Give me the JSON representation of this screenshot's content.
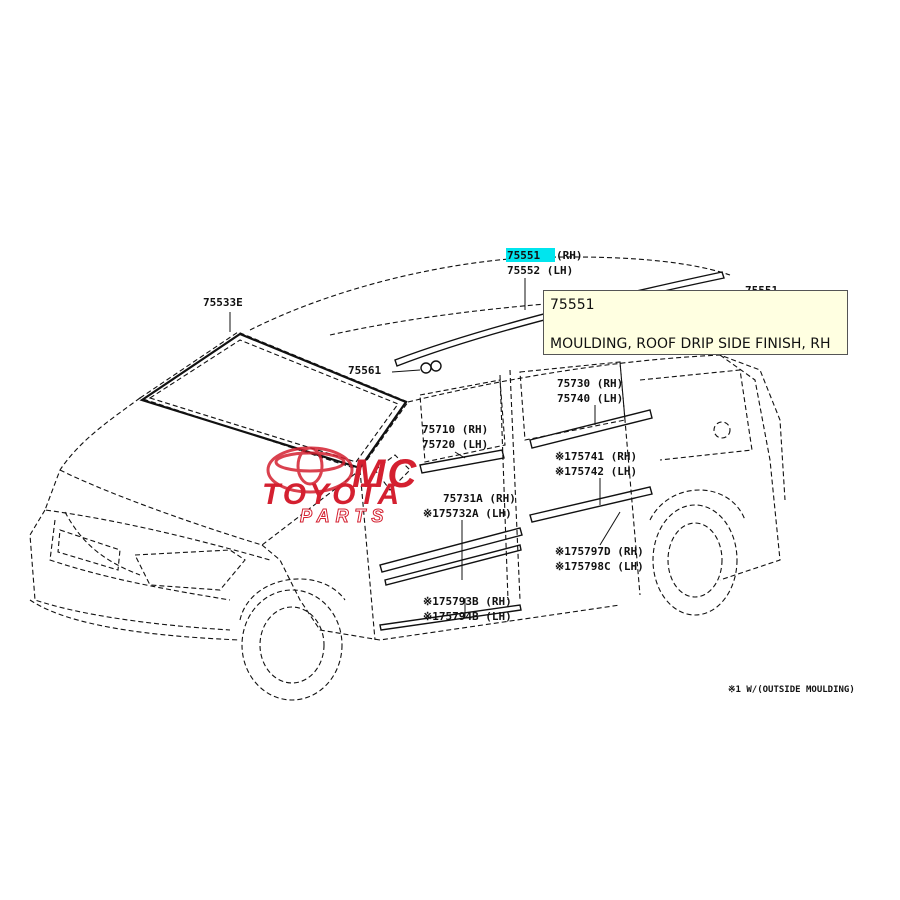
{
  "labels": {
    "p75551": "75551",
    "p75551_side": "(RH)",
    "p75552": "75552 (LH)",
    "p75551_edge": "75551",
    "p75533": "75533E",
    "p75561": "75561",
    "p75730": "75730 (RH)",
    "p75740": "75740 (LH)",
    "p75710": "75710 (RH)",
    "p75720": "75720 (LH)",
    "p75741": "※175741 (RH)",
    "p75742": "※175742 (LH)",
    "p75731": "75731A (RH)",
    "p75732": "※175732A (LH)",
    "p75797": "※175797D (RH)",
    "p75798": "※175798C (LH)",
    "p75793": "※175793B (RH)",
    "p75794": "※175794B (LH)",
    "footnote": "※1 W/(OUTSIDE MOULDING)"
  },
  "tooltip": {
    "part_no": "75551",
    "description": "MOULDING, ROOF DRIP SIDE FINISH, RH"
  },
  "watermark": {
    "line1": "MC",
    "line2": "TOYOTA",
    "line3": "PARTS"
  },
  "colors": {
    "highlight": "#00e5ee",
    "watermark": "#d42030",
    "tooltip_bg": "#ffffe1",
    "line": "#111111"
  }
}
